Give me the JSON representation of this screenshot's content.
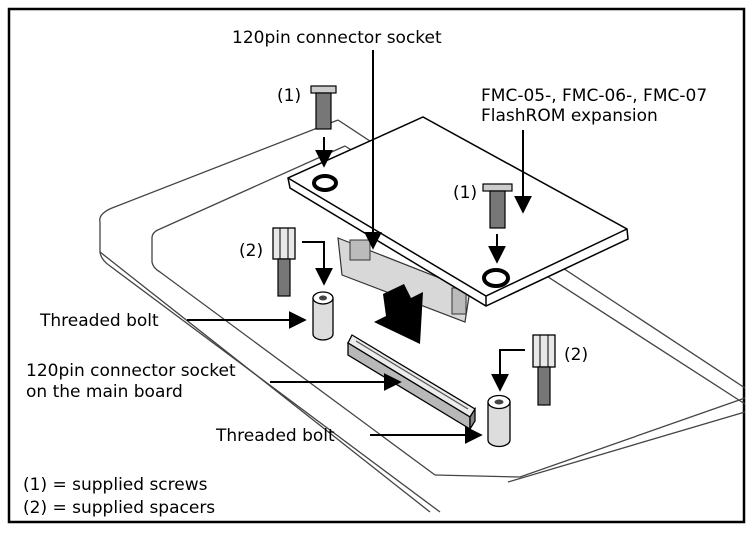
{
  "labels": {
    "connector_top": "120pin connector socket",
    "expansion_line1": "FMC-05-, FMC-06-, FMC-07",
    "expansion_line2": "FlashROM expansion",
    "screw_left": "(1)",
    "screw_right": "(1)",
    "spacer_left": "(2)",
    "spacer_right": "(2)",
    "bolt_left": "Threaded bolt",
    "main_socket_line1": "120pin connector socket",
    "main_socket_line2": "on the main board",
    "bolt_bottom": "Threaded bolt"
  },
  "legend": {
    "line1": "(1) = supplied screws",
    "line2": "(2) = supplied spacers"
  }
}
